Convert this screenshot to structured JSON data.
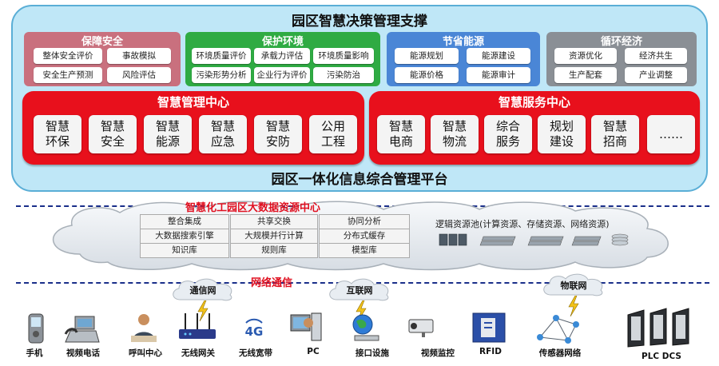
{
  "platform": {
    "title_top": "园区智慧决策管理支撑",
    "title_bottom": "园区一体化信息综合管理平台"
  },
  "categories": [
    {
      "title": "保障安全",
      "color": "#c9707e",
      "items": [
        "整体安全评价",
        "事故模拟",
        "安全生产预测",
        "风险评估"
      ]
    },
    {
      "title": "保护环境",
      "color": "#2fab43",
      "items": [
        "环境质量评价",
        "承载力评估",
        "环境质量影响",
        "污染形势分析",
        "企业行为评价",
        "污染防治"
      ]
    },
    {
      "title": "节省能源",
      "color": "#4a86d6",
      "items": [
        "能源规划",
        "能源建设",
        "能源价格",
        "能源审计"
      ]
    },
    {
      "title": "循环经济",
      "color": "#8a8f95",
      "items": [
        "资源优化",
        "经济共生",
        "生产配套",
        "产业调整"
      ]
    }
  ],
  "management_center": {
    "title": "智慧管理中心",
    "tiles": [
      "智慧\n环保",
      "智慧\n安全",
      "智慧\n能源",
      "智慧\n应急",
      "智慧\n安防",
      "公用\n工程"
    ]
  },
  "service_center": {
    "title": "智慧服务中心",
    "tiles": [
      "智慧\n电商",
      "智慧\n物流",
      "综合\n服务",
      "规划\n建设",
      "智慧\n招商",
      "……"
    ]
  },
  "bigdata": {
    "title": "智慧化工园区大数据资源中心",
    "cells": [
      "整合集成",
      "共享交换",
      "协同分析",
      "大数据搜索引擎",
      "大规模并行计算",
      "分布式缓存",
      "知识库",
      "规则库",
      "模型库"
    ],
    "pool_label": "逻辑资源池(计算资源、存储资源、网络资源)"
  },
  "network": {
    "title": "网络通信",
    "clouds": [
      "通信网",
      "互联网",
      "物联网"
    ]
  },
  "devices": [
    "手机",
    "视频电话",
    "呼叫中心",
    "无线网关",
    "无线宽带",
    "PC",
    "接口设施",
    "视频监控",
    "RFID",
    "传感器网络",
    "PLC DCS"
  ],
  "icons": {
    "wireless": "4G"
  }
}
